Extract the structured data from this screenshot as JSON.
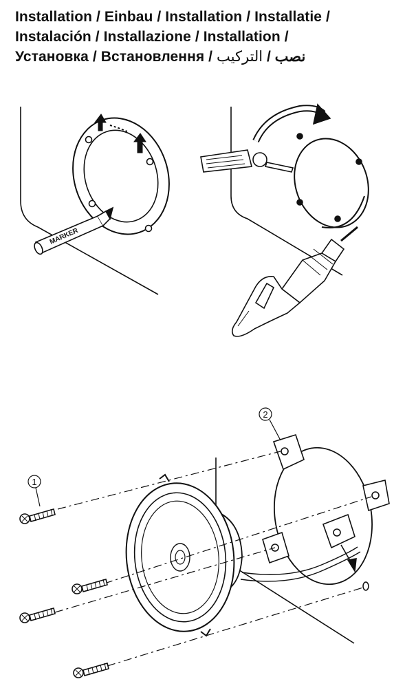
{
  "header": {
    "line1": "Installation / Einbau / Installation / Installatie /",
    "line2": "Instalación / Installazione / Installation /",
    "line3_text": "Установка / Встановлення / ",
    "line3_arabic_light": "التركيب",
    "line3_sep": " / ",
    "line3_arabic_bold": "نصب"
  },
  "illustrations": {
    "marker_label": "MARKER",
    "callout_1": "1",
    "callout_2": "2"
  },
  "colors": {
    "ink": "#111111",
    "paper": "#ffffff"
  }
}
